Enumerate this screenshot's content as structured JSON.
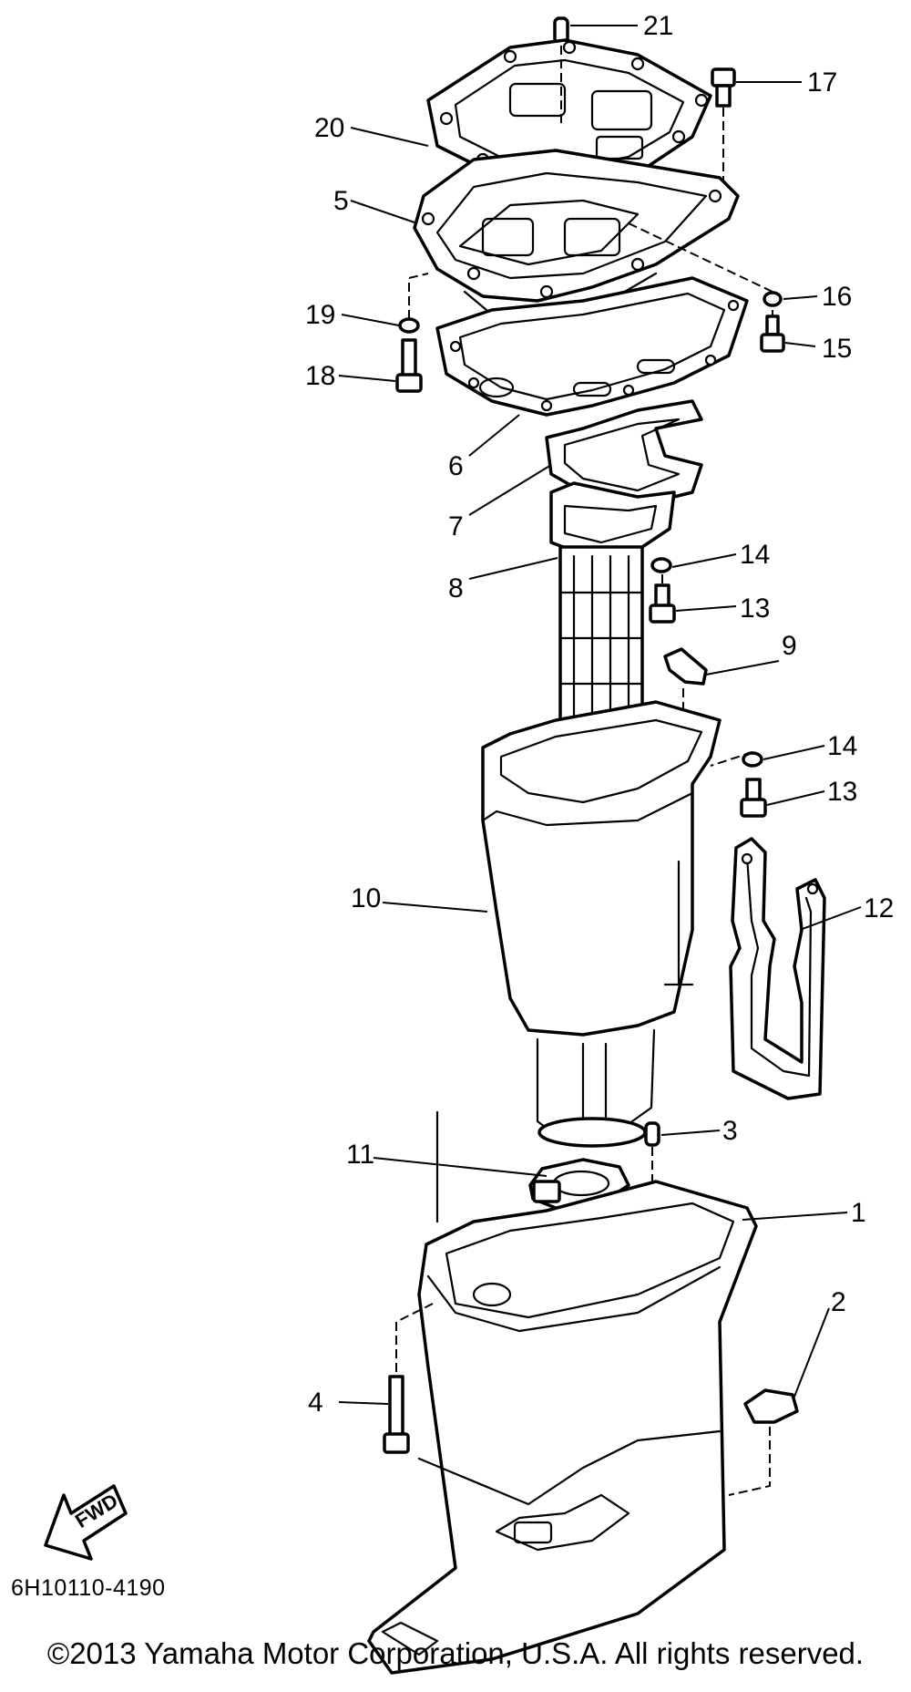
{
  "diagram": {
    "part_numbers": [
      "1",
      "2",
      "3",
      "4",
      "5",
      "6",
      "7",
      "8",
      "9",
      "10",
      "11",
      "12",
      "13",
      "14",
      "15",
      "16",
      "17",
      "18",
      "19",
      "20",
      "21"
    ],
    "repeat_callouts": {
      "13b": "13",
      "14b": "14"
    },
    "fwd_label": "FWD",
    "drawing_code": "6H10110-4190"
  },
  "footer": {
    "copyright": "©2013 Yamaha Motor Corporation, U.S.A. All rights reserved."
  }
}
